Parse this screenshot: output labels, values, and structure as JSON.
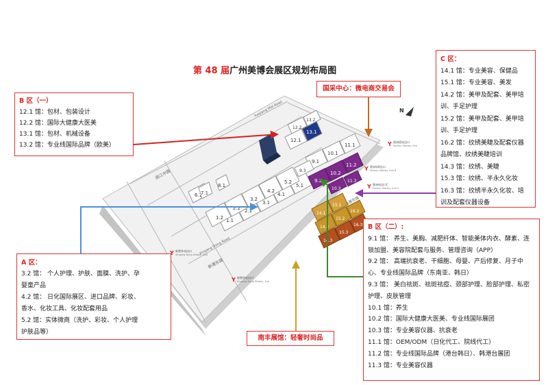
{
  "title": {
    "prefix": "第 48 届",
    "main": "广州美博会展区规划布局图"
  },
  "compass": "N",
  "roads": {
    "yuejiang_mid": "Yuejiang Mid Road",
    "yuejiang_mid_cn": "阅江中路",
    "xingang_east": "新港东路",
    "xingang_east_en": "Xingang Dong Road",
    "east_side": "会展东路"
  },
  "stations": [
    {
      "name": "琶洲塔站出口",
      "sub": "Pazhou Station, Exit"
    },
    {
      "name": "琶洲站B出口",
      "sub": "Pazhou Station, Exit B"
    },
    {
      "name": "琶洲站出口C",
      "sub": "Pazhou Station, Exit C"
    },
    {
      "name": "新港东站出口",
      "sub": "Xingang Dong Station, Exit"
    },
    {
      "name": "新港东站出口",
      "sub": "Xingang Dong Station, Exit"
    }
  ],
  "halls": [
    {
      "id": "1.1"
    },
    {
      "id": "2.1"
    },
    {
      "id": "3.1"
    },
    {
      "id": "4.1"
    },
    {
      "id": "5.1"
    },
    {
      "id": "1.2"
    },
    {
      "id": "2.2"
    },
    {
      "id": "3.2"
    },
    {
      "id": "4.2"
    },
    {
      "id": "5.2"
    },
    {
      "id": "6.1"
    },
    {
      "id": "7.1"
    },
    {
      "id": "8.1"
    },
    {
      "id": "9.1"
    },
    {
      "id": "10.1"
    },
    {
      "id": "11.1"
    },
    {
      "id": "9.2"
    },
    {
      "id": "10.2"
    },
    {
      "id": "11.2"
    },
    {
      "id": "9.3"
    },
    {
      "id": "10.3"
    },
    {
      "id": "11.3"
    },
    {
      "id": "12.1"
    },
    {
      "id": "13.1"
    },
    {
      "id": "12.2"
    },
    {
      "id": "13.2"
    },
    {
      "id": "14.1"
    },
    {
      "id": "14.2"
    },
    {
      "id": "14.3"
    },
    {
      "id": "15.1"
    },
    {
      "id": "15.2"
    },
    {
      "id": "15.3"
    },
    {
      "id": "16.2"
    },
    {
      "id": "16.3"
    }
  ],
  "zones": {
    "B1": {
      "header": "B 区（一）",
      "lines": [
        "12.1 馆：包材、包装设计",
        "12.2 馆：国际大健康大医美",
        "13.1 馆：包材、机械设备",
        "13.2 馆：专业线国际品牌（欧美）"
      ]
    },
    "C": {
      "header": "C 区：",
      "lines": [
        "14.1 馆：专业美容、保健品",
        "15.1 馆：专业美容、美发",
        "14.2 馆：美甲及配套、美甲培",
        "训、手足护理",
        "15.2 馆：美甲及配套、美甲培",
        "训、手足护理",
        "16.2 馆：纹绣美睫及配套仪器",
        "品牌馆、纹绣美睫培训",
        "14.3 馆：纹绣、美睫",
        "15.3 馆：纹绣、半永久化妆",
        "16.3 馆：纹绣半永久化妆、培",
        "训及配套仪器设备"
      ]
    },
    "A": {
      "header": "A 区：",
      "lines": [
        "3.2 馆： 个人护理、护肤、面膜、洗护、孕",
        "婴童产品",
        "4.2 馆： 日化国际展区、进口品牌、彩妆、",
        "香水、化妆工具、化妆配套用品",
        "5.2 馆：实体微商（洗护、彩妆、个人护理",
        "护肤品等）"
      ]
    },
    "B2": {
      "header": "B 区（二）:",
      "lines": [
        "9.1 馆： 养生、美胸、减肥纤体、智能美体内衣、酵素、连锁加盟、美容院配套与服务、管理咨询（APP）",
        "9.2 馆： 高端抗衰老、干细胞、母婴、产后修复、月子中心、专业线国际品牌（东南亚、韩日）",
        "9.3 馆： 美白祛斑、祛斑祛痘、颈部护理、脸部护理、私密护理、皮肤管理",
        "10.1 馆：养生",
        "10.2 馆：国际大健康大医美、专业线国际展团",
        "10.3 馆：专业美容仪器、抗衰老",
        "11.1 馆：OEM/ODM（日化代工、院线代工）",
        "11.2 馆：专业线国际品牌（港台韩日）、韩港台展团",
        "11.3 馆：专业美容仪器"
      ]
    }
  },
  "tags": {
    "guocai": "国采中心：微电商交易会",
    "nanfeng": "南丰展馆：轻奢时尚品"
  },
  "colors": {
    "accent_red": "#d22222",
    "zoneA_arrow": "#4a90d9",
    "zoneB1_arrow": "#d22222",
    "zoneC_arrow": "#8e3aa8",
    "zoneB2_arrow": "#3a8a2a",
    "guocai_arrow": "#c96a1c",
    "nanfeng_arrow": "#c9a227",
    "purple_halls": "#7d2a8c",
    "gold_halls": "#c9962a",
    "navy_hall": "#1f3a8a",
    "ground": "#ececec"
  }
}
